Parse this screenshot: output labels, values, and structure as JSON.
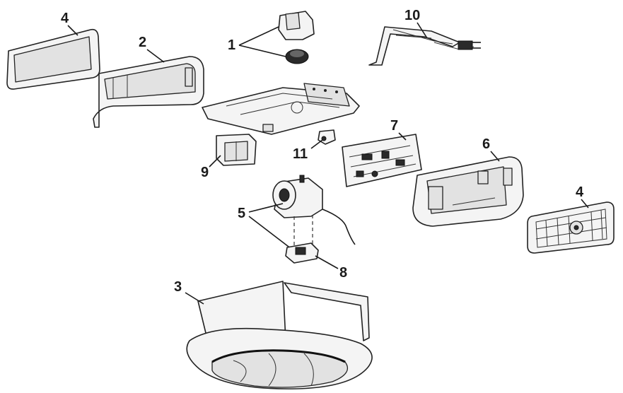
{
  "labels": {
    "p1": "1",
    "p2": "2",
    "p3": "3",
    "p4a": "4",
    "p4b": "4",
    "p5": "5",
    "p6": "6",
    "p7": "7",
    "p8": "8",
    "p9": "9",
    "p10": "10",
    "p11": "11"
  }
}
